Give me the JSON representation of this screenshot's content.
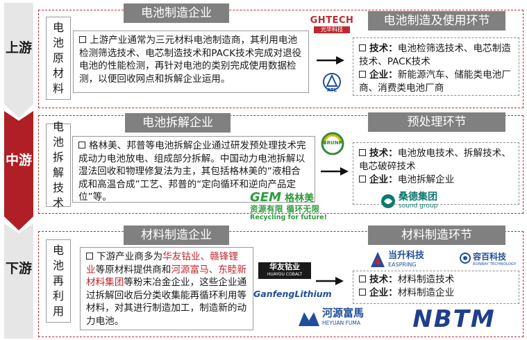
{
  "stages": {
    "upstream": "上游",
    "midstream": "中游",
    "downstream": "下游"
  },
  "upstream": {
    "left_header": "电池制造企业",
    "right_header": "电池制造及使用环节",
    "side_label": "电池原材料",
    "description": "上游产业通常为三元材料电池制造商，其利用电池检测筛选技术、电芯制造技术和PACK技术完成对退役电池的性能检测，再针对电池的类别完成使用数据检测，以便回收网点和拆解企业运用。",
    "tech_label": "技术：",
    "tech_text": "电池检筛选技术、电芯制造技术、PACK技术",
    "company_label": "企业：",
    "company_text": "新能源汽车、储能类电池厂商、消费类电池厂商",
    "logo_ghtech_main": "GHTECH",
    "logo_ghtech_sub": "光华科技",
    "logo_atl": "ATL"
  },
  "midstream": {
    "left_header": "电池拆解企业",
    "right_header": "预处理环节",
    "side_label": "电池拆解技术",
    "description": "格林美、邦普等电池拆解企业通过研发预处理技术完成动力电池放电、组成部分拆解。中国动力电池拆解以湿法回收和物理修复法为主，其包括格林美的“液相合成和高温合成”工艺、邦普的“定向循环和逆向产品定位”等。",
    "tech_label": "技术：",
    "tech_text": "电池放电技术、拆解技术、电芯破碎技术",
    "company_label": "企业：",
    "company_text": "电池拆解企业",
    "logo_brunp": "BRUNP",
    "logo_gem_en": "GEM",
    "logo_gem_cn": "格林美",
    "logo_gem_slogan": "资源有限 循环无限",
    "logo_gem_slogan_en": "Recycling for future!",
    "logo_sound_cn": "桑德集团",
    "logo_sound_en": "sound group"
  },
  "downstream": {
    "left_header": "材料制造企业",
    "right_header": "材料制造环节",
    "side_label": "电池再利用",
    "desc_part1": "下游产业商多为",
    "desc_red1": "华友钴业、赣锋锂业",
    "desc_part2": "等原材料提供商和",
    "desc_red2": "河源富马、东睦新材料集团",
    "desc_part3": "等粉末冶金企业，这些企业通过拆解回收后分类收集能再循环利用等材料，对其进行制造加工，制造新的动力电池。",
    "tech_label": "技术：",
    "tech_text": "材料制造技术",
    "company_label": "企业：",
    "company_text": "材料制造企业",
    "logo_huayou_cn": "华友钴业",
    "logo_huayou_en": "HUAYOU COBALT",
    "logo_ganfeng": "GanfengLithium",
    "logo_heyuan_cn": "河源富馬",
    "logo_heyuan_en": "HEYUAN FUMA",
    "logo_easpring_cn": "当升科技",
    "logo_easpring_en": "EASPRING",
    "logo_ronbay_cn": "容百科技",
    "logo_ronbay_en": "RONBAY TECHNOLOGY",
    "logo_nbtm": "NBTM"
  },
  "colors": {
    "accent_red": "#c0272d",
    "chevron_light": "#e6e6e6",
    "chevron_dark": "#b01f26",
    "header_grey": "#808080"
  }
}
